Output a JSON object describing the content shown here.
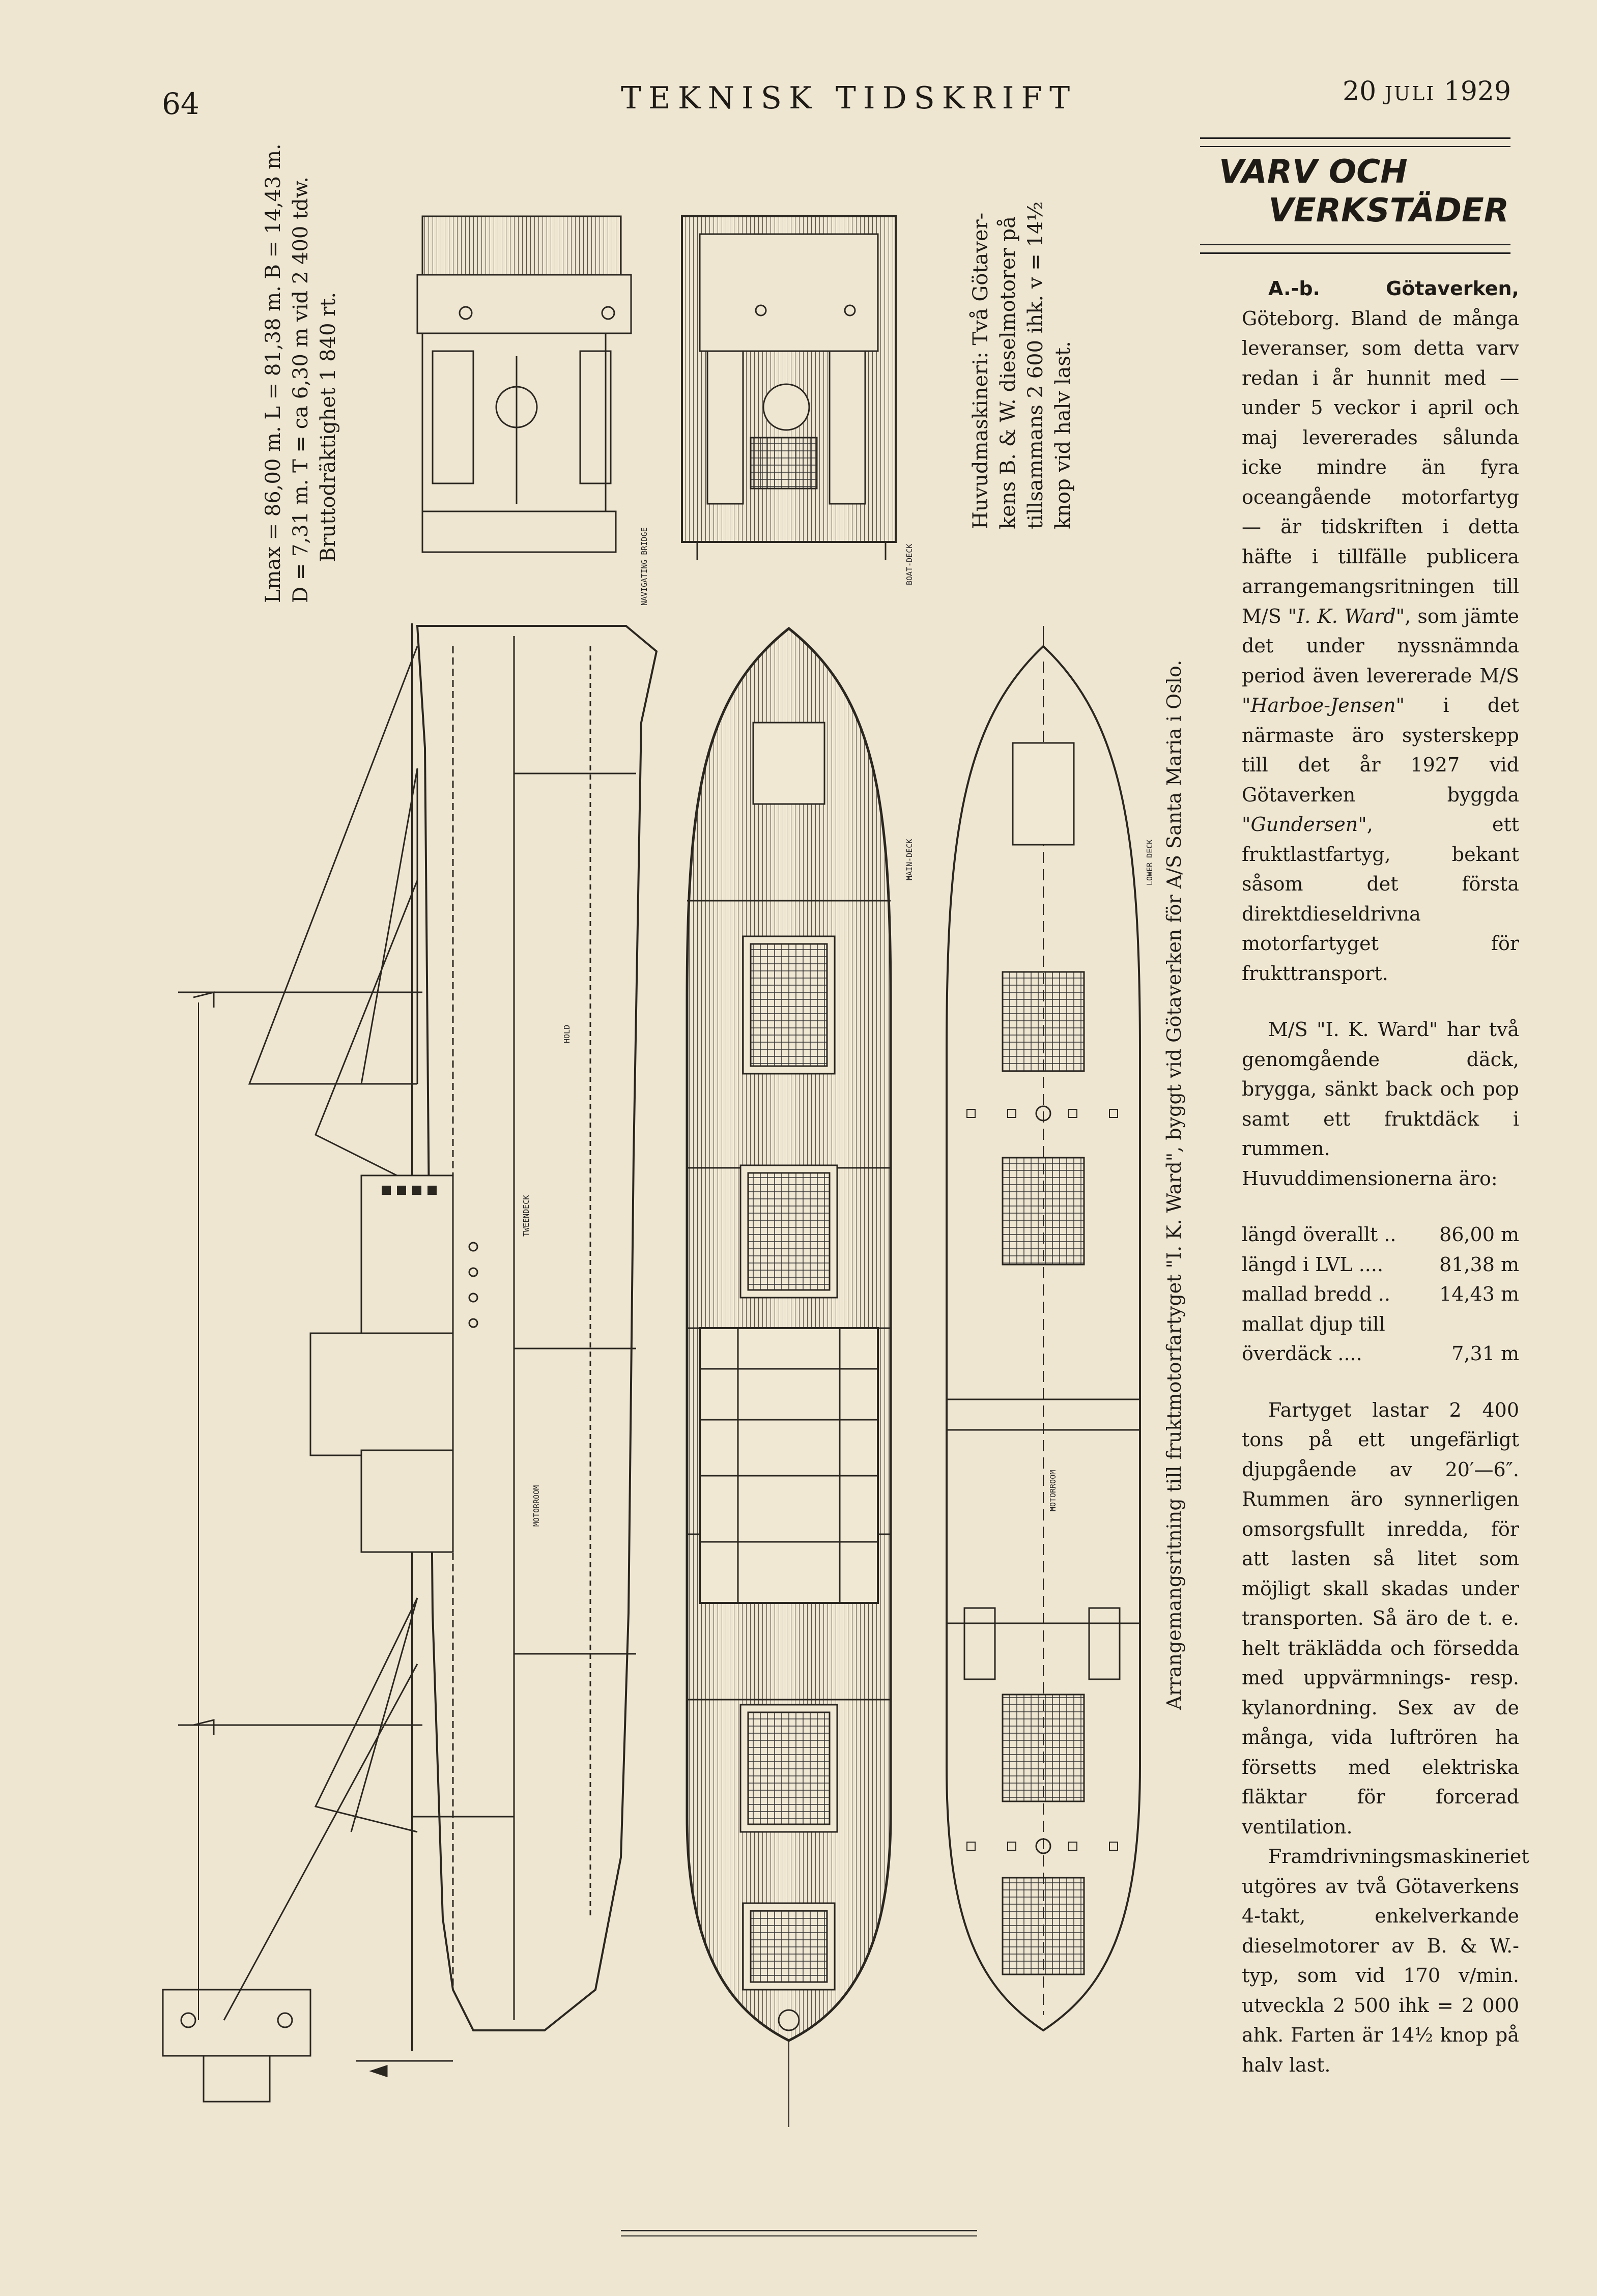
{
  "header": {
    "page_number": "64",
    "journal_title": "TEKNISK TIDSKRIFT",
    "date_day": "20",
    "date_month": "JULI",
    "date_year": "1929"
  },
  "drawing": {
    "dims_line1": "Lmax = 86,00 m. L = 81,38 m. B = 14,43 m.",
    "dims_line2": "D = 7,31 m. T = ca 6,30 m vid 2 400 tdw.",
    "dims_line3": "Bruttodräktighet 1 840 rt.",
    "machinery_line1": "Huvudmaskineri: Två Götaver-",
    "machinery_line2": "kens B. & W. dieselmotorer på",
    "machinery_line3": "tillsammans 2 600 ihk. v = 14½",
    "machinery_line4": "knop vid halv last.",
    "caption": "Arrangemangsritning till fruktmotorfartyget \"I. K. Ward\", byggt vid Götaverken för A/S Santa Maria i Oslo.",
    "deck_labels": {
      "navigating_bridge": "NAVIGATING BRIDGE",
      "boat_deck": "BOAT-DECK",
      "main_deck": "MAIN-DECK",
      "lower_deck": "LOWER DECK",
      "motorroom": "MOTORROOM",
      "tweendeck": "TWEENDECK",
      "hold": "HOLD"
    }
  },
  "section": {
    "heading_line1": "VARV OCH",
    "heading_line2": "VERKSTÄDER"
  },
  "article": {
    "company": "A.-b. Götaverken,",
    "p1": "Göteborg. Bland de många leveranser, som detta varv redan i år hunnit med — under 5 veckor i april och maj levererades sålunda icke mindre än fyra oceangående motorfartyg — är tidskriften i detta häfte i tillfälle publicera arrangemangsritningen till M/S ",
    "p1_ship": "\"I. K. Ward\"",
    "p1b": ", som jämte det under nyssnämnda period även levererade M/S ",
    "p1_ship2": "\"Harboe-Jensen\"",
    "p1c": " i det närmaste äro systerskepp till det år 1927 vid Götaverken byggda ",
    "p1_ship3": "\"Gundersen\"",
    "p1d": ", ett fruktlastfartyg, bekant såsom det första direktdieseldrivna motorfartyget för frukttransport.",
    "p2": "M/S \"I. K. Ward\" har två genomgående däck, brygga, sänkt back och pop samt ett fruktdäck i rummen. Huvuddimensionerna äro:",
    "dims": [
      {
        "label": "längd överallt ..",
        "value": "86,00 m"
      },
      {
        "label": "längd i LVL ....",
        "value": "81,38 m"
      },
      {
        "label": "mallad bredd ..",
        "value": "14,43 m"
      },
      {
        "label": "mallat djup till",
        "value": ""
      },
      {
        "label": "överdäck ....",
        "value": "7,31 m"
      }
    ],
    "p3": "Fartyget lastar 2 400 tons på ett ungefärligt djupgående av 20′—6″. Rummen äro synnerligen omsorgsfullt inredda, för att lasten så litet som möjligt skall skadas under transporten. Så äro de t. e. helt träklädda och försedda med uppvärmnings- resp. kylanordning. Sex av de många, vida luftrören ha försetts med elektriska fläktar för forcerad ventilation.",
    "p4": "Framdrivningsmaskineriet utgöres av två Götaverkens 4-takt, enkelverkande dieselmotorer av B. & W.-typ, som vid 170 v/min. utveckla 2 500 ihk = 2 000 ahk. Farten är 14½ knop på halv last."
  }
}
